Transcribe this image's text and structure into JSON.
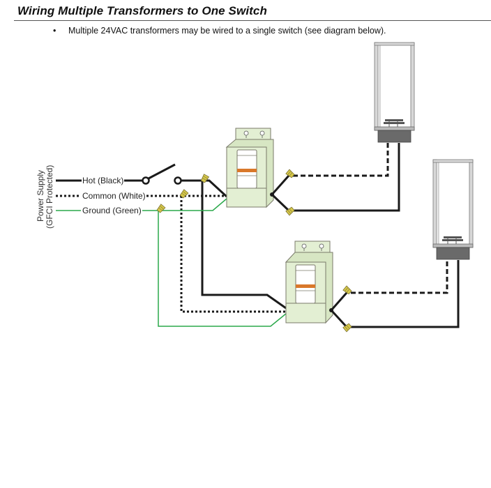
{
  "heading": {
    "title": "Wiring Multiple Transformers to One Switch"
  },
  "bullets": [
    {
      "marker": "•",
      "text": "Multiple 24VAC transformers may be wired to a single switch (see diagram below)."
    }
  ],
  "diagram": {
    "power_supply_label_line1": "Power Supply",
    "power_supply_label_line2": "(GFCI Protected)",
    "wires": {
      "hot": "Hot (Black)",
      "common": "Common (White)",
      "ground": "Ground (Green)"
    },
    "colors": {
      "hot_wire": "#1a1a1a",
      "common_wire": "#1a1a1a",
      "ground_wire": "#2aa84a",
      "transformer_body": "#e3efd3",
      "transformer_outline": "#7a7a6a",
      "breaker_band": "#d9782a",
      "wire_nut": "#d6c84a",
      "fixture_base": "#6a6a6a",
      "fixture_frame": "#c8c8c8"
    },
    "components": [
      "switch",
      "transformer-1",
      "transformer-2",
      "light-fixture-1",
      "light-fixture-2"
    ]
  }
}
